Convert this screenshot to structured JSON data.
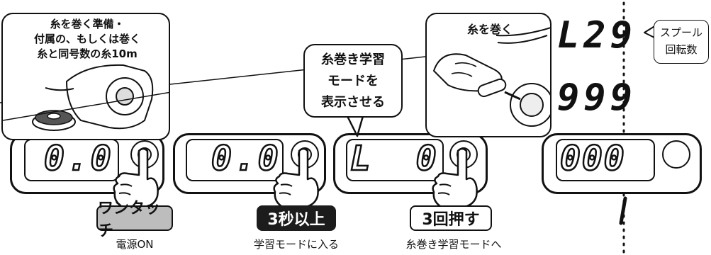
{
  "callouts": {
    "prep": "糸を巻く準備・\n付属の、もしくは巻く\n糸と同号数の糸10m",
    "learn_display": "糸巻き学習\nモードを\n表示させる",
    "wind": "糸を巻く",
    "spool": "スプール\n回転数"
  },
  "steps": [
    {
      "display": "0.0",
      "action": "ワンタッチ",
      "caption": "電源ON"
    },
    {
      "display": "0.0",
      "action": "3秒以上",
      "caption": "学習モードに入る"
    },
    {
      "display": "L  0",
      "action": "3回押す",
      "caption": "糸巻き学習モードへ"
    },
    {
      "display": "000",
      "action": "",
      "caption": ""
    }
  ],
  "readouts": [
    "L29",
    "999"
  ]
}
